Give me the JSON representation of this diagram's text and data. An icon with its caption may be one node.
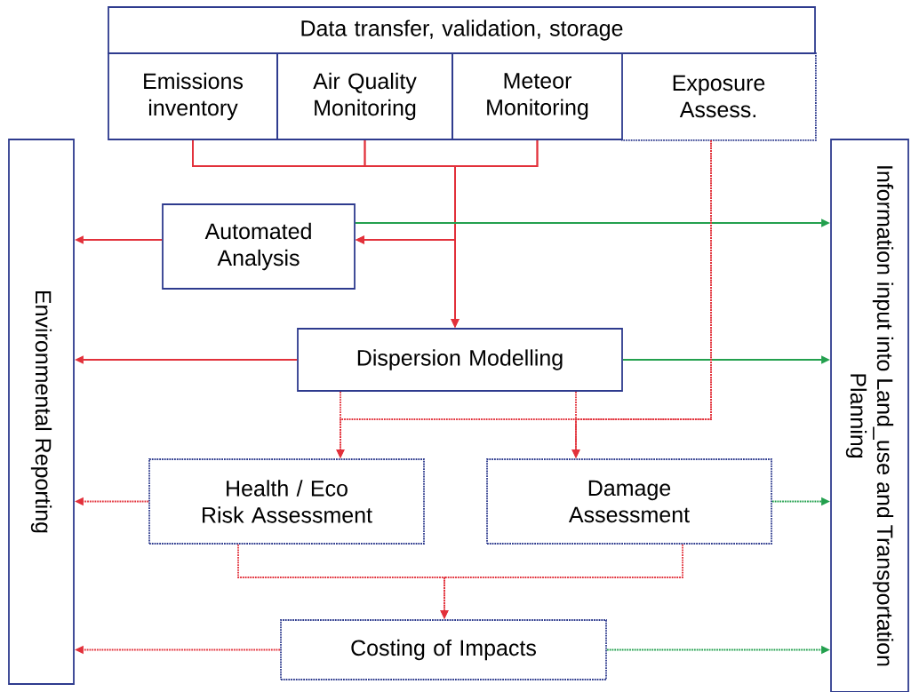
{
  "diagram": {
    "nodes": [
      {
        "text": [
          "Data transfer, validation, storage"
        ]
      },
      {
        "text": [
          "Emissions inventory"
        ]
      },
      {
        "text": [
          "Air Quality Monitoring"
        ]
      },
      {
        "text": [
          "Meteor Monitoring"
        ]
      },
      {
        "text": [
          "Exposure Assess."
        ]
      },
      {
        "text": [
          "Environmental Reporting"
        ]
      },
      {
        "text": [
          "Information input into Land_use and Transportation Planning"
        ]
      },
      {
        "text": [
          "Automated Analysis"
        ]
      },
      {
        "text": [
          "Dispersion Modelling"
        ]
      },
      {
        "text": [
          "Health / Eco Risk Assessment"
        ]
      },
      {
        "text": [
          "Damage Assessment"
        ]
      },
      {
        "text": [
          "Costing of Impacts"
        ]
      }
    ],
    "edges": [
      {
        "from": 1,
        "to": 7,
        "arrow": "to"
      },
      {
        "from": 2,
        "to": 7,
        "arrow": "to"
      },
      {
        "from": 3,
        "to": 7,
        "arrow": "to"
      },
      {
        "from": 1,
        "to": 8,
        "arrow": "to"
      },
      {
        "from": 2,
        "to": 8,
        "arrow": "to"
      },
      {
        "from": 3,
        "to": 8,
        "arrow": "to"
      },
      {
        "from": 7,
        "to": 5,
        "arrow": "to"
      },
      {
        "from": 7,
        "to": 6,
        "arrow": "to",
        "color": "#23a04e"
      },
      {
        "from": 8,
        "to": 5,
        "arrow": "to"
      },
      {
        "from": 8,
        "to": 6,
        "arrow": "to",
        "color": "#23a04e"
      },
      {
        "from": 8,
        "to": 9,
        "arrow": "to",
        "style": "dashed"
      },
      {
        "from": 8,
        "to": 10,
        "arrow": "to",
        "style": "dashed"
      },
      {
        "from": 4,
        "to": 9,
        "arrow": "to",
        "style": "dashed"
      },
      {
        "from": 4,
        "to": 10,
        "arrow": "to",
        "style": "dashed"
      },
      {
        "from": 9,
        "to": 5,
        "arrow": "to",
        "style": "dashed"
      },
      {
        "from": 10,
        "to": 6,
        "arrow": "to",
        "style": "dashed",
        "color": "#23a04e"
      },
      {
        "from": 9,
        "to": 11,
        "arrow": "to",
        "style": "dashed"
      },
      {
        "from": 10,
        "to": 11,
        "arrow": "to",
        "style": "dashed"
      },
      {
        "from": 11,
        "to": 5,
        "arrow": "to",
        "style": "dashed"
      },
      {
        "from": 11,
        "to": 6,
        "arrow": "to",
        "style": "dashed",
        "color": "#23a04e"
      }
    ]
  }
}
